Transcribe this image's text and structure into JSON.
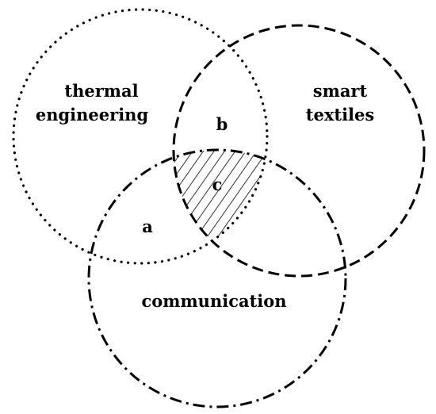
{
  "sets": {
    "thermal": {
      "line1": "thermal",
      "line2": "engineering",
      "line_style": "dotted"
    },
    "smart": {
      "line1": "smart",
      "line2": "textiles",
      "line_style": "dashed"
    },
    "communication": {
      "label": "communication",
      "line_style": "dash-dot"
    }
  },
  "regions": {
    "a": "a",
    "b": "b",
    "c": "c"
  },
  "hatched_region": "c",
  "colors": {
    "stroke": "#000000",
    "background": "#ffffff"
  }
}
